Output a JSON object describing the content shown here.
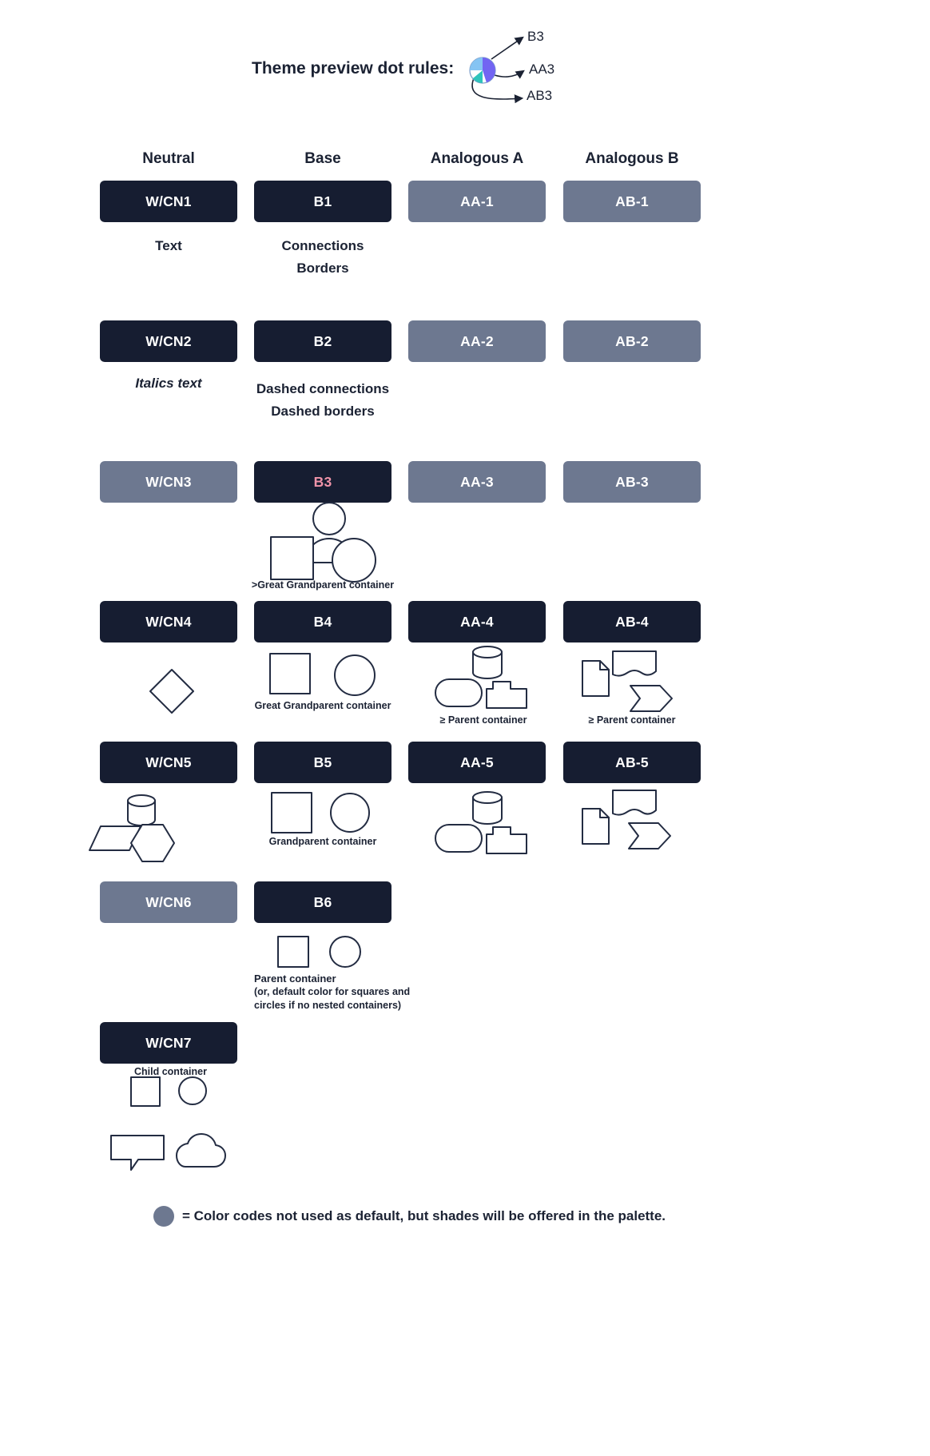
{
  "colors": {
    "background": "#ffffff",
    "dark_badge": "#161d31",
    "gray_badge": "#6d7890",
    "pink_label": "#ee93a8",
    "text_dark": "#1b2233",
    "shape_stroke": "#232c42",
    "dot_blue": "#85c4f3",
    "dot_purple": "#7265f2",
    "dot_teal": "#2fc4bc"
  },
  "header": {
    "title": "Theme preview dot rules:",
    "arrow_labels": [
      "B3",
      "AA3",
      "AB3"
    ]
  },
  "columns": [
    {
      "label": "Neutral"
    },
    {
      "label": "Base"
    },
    {
      "label": "Analogous A"
    },
    {
      "label": "Analogous B"
    }
  ],
  "badges": [
    {
      "label": "W/CN1",
      "variant": "dark"
    },
    {
      "label": "B1",
      "variant": "dark"
    },
    {
      "label": "AA-1",
      "variant": "gray"
    },
    {
      "label": "AB-1",
      "variant": "gray"
    },
    {
      "label": "W/CN2",
      "variant": "dark"
    },
    {
      "label": "B2",
      "variant": "dark"
    },
    {
      "label": "AA-2",
      "variant": "gray"
    },
    {
      "label": "AB-2",
      "variant": "gray"
    },
    {
      "label": "W/CN3",
      "variant": "gray"
    },
    {
      "label": "B3",
      "variant": "dark",
      "label_color": "#ee93a8"
    },
    {
      "label": "AA-3",
      "variant": "gray"
    },
    {
      "label": "AB-3",
      "variant": "gray"
    },
    {
      "label": "W/CN4",
      "variant": "dark"
    },
    {
      "label": "B4",
      "variant": "dark"
    },
    {
      "label": "AA-4",
      "variant": "dark"
    },
    {
      "label": "AB-4",
      "variant": "dark"
    },
    {
      "label": "W/CN5",
      "variant": "dark"
    },
    {
      "label": "B5",
      "variant": "dark"
    },
    {
      "label": "AA-5",
      "variant": "dark"
    },
    {
      "label": "AB-5",
      "variant": "dark"
    },
    {
      "label": "W/CN6",
      "variant": "gray"
    },
    {
      "label": "B6",
      "variant": "dark"
    },
    {
      "label": "W/CN7",
      "variant": "dark"
    }
  ],
  "annotations": {
    "wcn1": "Text",
    "b1_line1": "Connections",
    "b1_line2": "Borders",
    "wcn2": "Italics text",
    "b2_line1": "Dashed connections",
    "b2_line2": "Dashed borders",
    "b3_caption": ">Great Grandparent container",
    "b4_caption": "Great Grandparent container",
    "aa4_caption": "≥ Parent container",
    "ab4_caption": "≥ Parent container",
    "b5_caption": "Grandparent container",
    "b6_caption_line1": "Parent container",
    "b6_caption_line2": "(or, default color for squares and circles if no nested containers)",
    "wcn7_caption": "Child container"
  },
  "legend": {
    "text": "= Color codes not used as default, but shades will be offered in the palette."
  }
}
